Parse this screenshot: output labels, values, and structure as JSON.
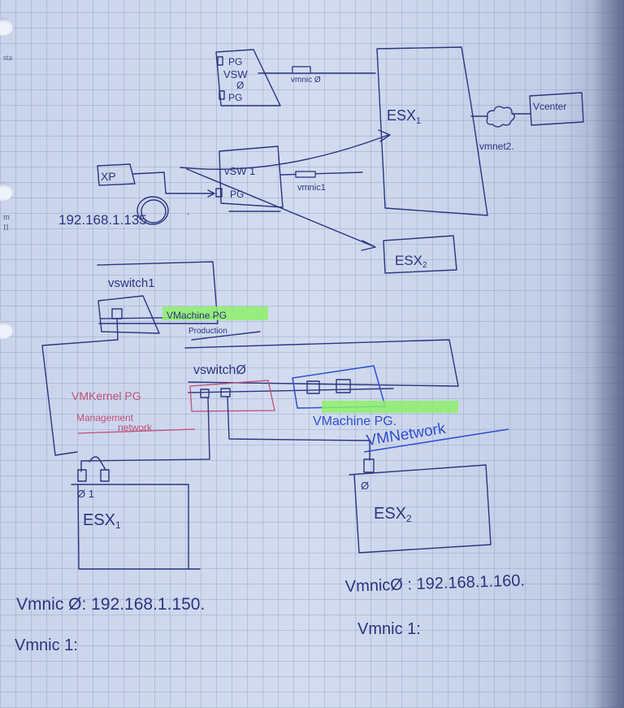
{
  "margin": {
    "labels": [
      "sta",
      "m",
      "II"
    ]
  },
  "top_diagram": {
    "vsw0": {
      "pg_top": "PG",
      "label": "VSW",
      "index": "Ø",
      "pg_bottom": "PG",
      "uplink": "vmnic Ø"
    },
    "esx1": {
      "label": "ESX",
      "sub": "1"
    },
    "vcenter": "Vcenter",
    "vmnet": "vmnet2.",
    "xp": "XP",
    "vsw1": {
      "label": "vSW 1",
      "pg": "PG",
      "uplink": "vmnic1"
    },
    "ip": {
      "prefix": "192.168.1.",
      "circled": "135",
      "suffix": "."
    },
    "esx2": {
      "label": "ESX",
      "sub": "2"
    }
  },
  "bottom_diagram": {
    "vswitch1": {
      "label": "vswitch1",
      "pg_label": "VMachine PG",
      "pg_name": "Production"
    },
    "vswitch0": {
      "label": "vswitchØ"
    },
    "vmkernel": {
      "label": "VMKernel PG",
      "name_line1": "Management",
      "name_line2": "network"
    },
    "vm_pg": {
      "label": "VMachine PG.",
      "name": "VMNetwork"
    },
    "esx1": {
      "ports": "Ø  1",
      "label": "ESX",
      "sub": "1"
    },
    "esx2": {
      "ports": "Ø",
      "label": "ESX",
      "sub": "2"
    }
  },
  "notes": {
    "esx1_vmnic0": "Vmnic Ø: 192.168.1.150.",
    "esx1_vmnic1": "Vmnic 1:",
    "esx2_vmnic0": "VmnicØ : 192.168.1.160.",
    "esx2_vmnic1": "Vmnic 1:"
  },
  "colors": {
    "ink": "#2b3580",
    "pink": "#c0507a",
    "highlight": "#8ef06a",
    "blue_pen": "#2f4fd0"
  }
}
